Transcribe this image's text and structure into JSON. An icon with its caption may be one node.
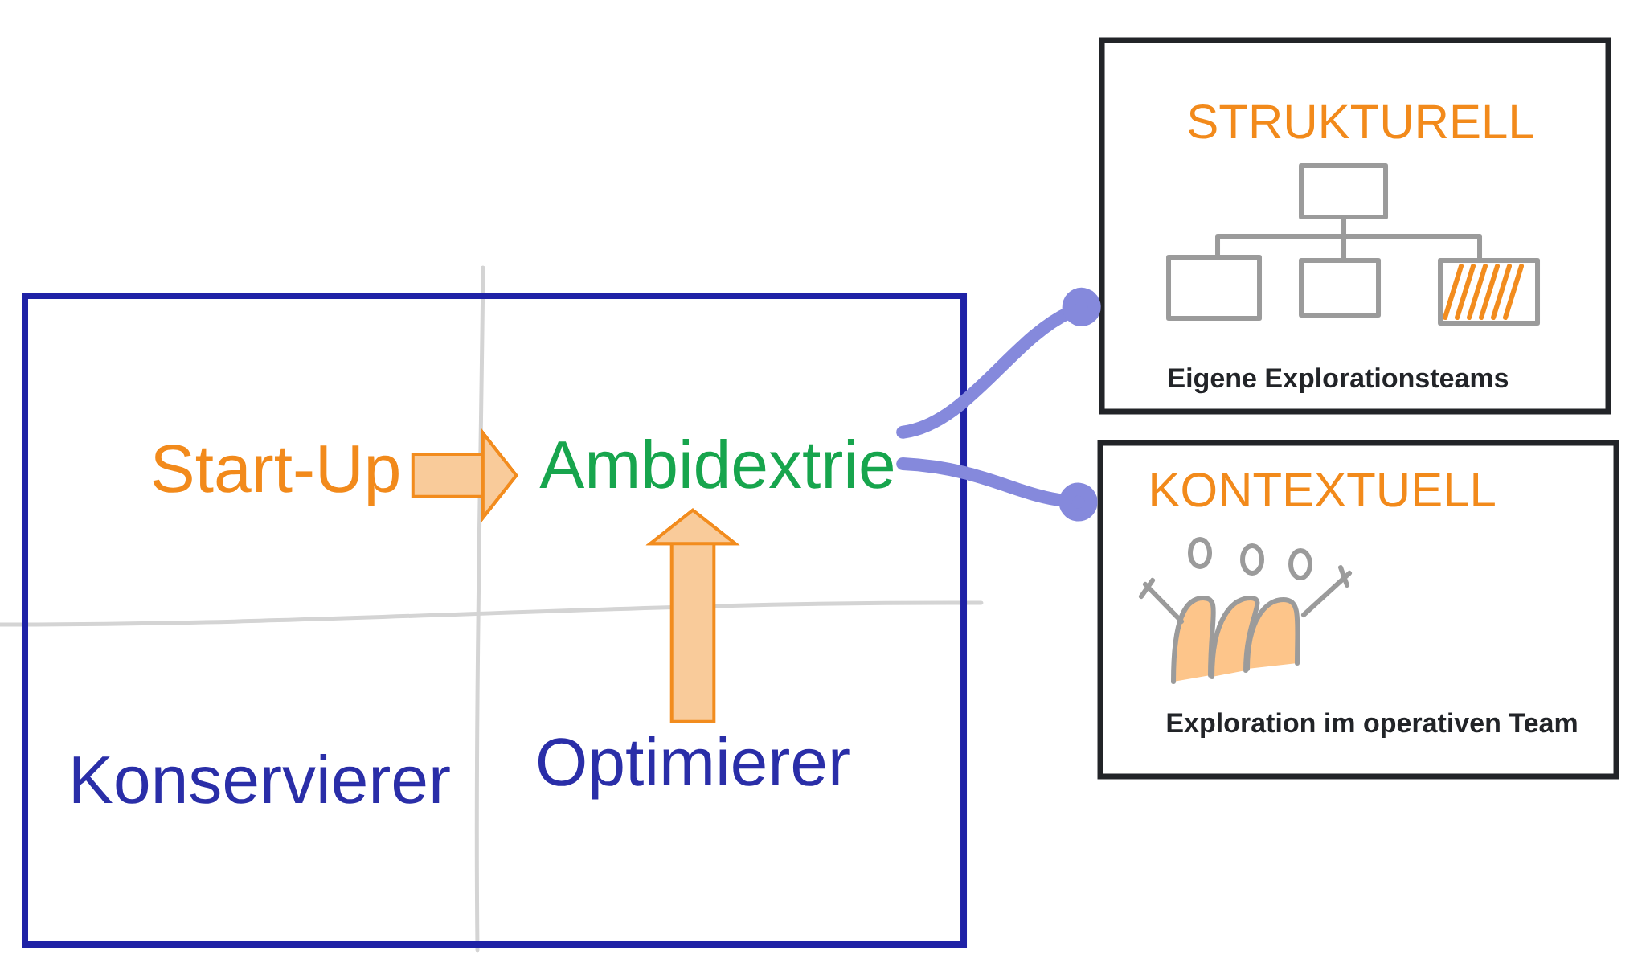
{
  "diagram": {
    "nodes": [
      {
        "text": [],
        "shape": "box"
      },
      {
        "text": [
          "Start-Up"
        ],
        "in": 0
      },
      {
        "text": [
          "Ambidextrie"
        ],
        "in": 0
      },
      {
        "text": [
          "Konservierer"
        ],
        "in": 0
      },
      {
        "text": [
          "Optimierer"
        ],
        "in": 0
      },
      {
        "text": [
          "STRUKTURELL",
          "Eigene Explorationsteams"
        ]
      },
      {
        "text": [
          "KONTEXTUELL",
          "Exploration im operativen Team"
        ]
      }
    ],
    "edges": [
      {
        "from": 1,
        "to": 2,
        "arrow": "to",
        "style": "thick",
        "color": "#f28c1e"
      },
      {
        "from": 4,
        "to": 2,
        "arrow": "to",
        "style": "thick",
        "color": "#f28c1e"
      },
      {
        "from": 2,
        "to": 5,
        "arrow": "other",
        "color": "#8589dc"
      },
      {
        "from": 2,
        "to": 6,
        "arrow": "other",
        "color": "#8589dc"
      }
    ]
  }
}
